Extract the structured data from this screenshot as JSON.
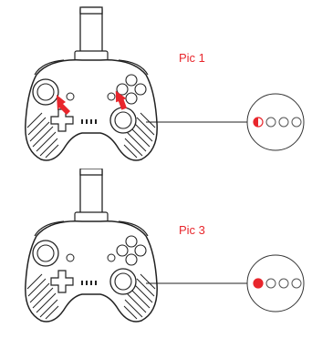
{
  "panels": [
    {
      "label": "Pic 1",
      "indicator": [
        "half",
        "off",
        "off",
        "off"
      ],
      "show_press_arrows": true
    },
    {
      "label": "Pic 3",
      "indicator": [
        "on",
        "off",
        "off",
        "off"
      ],
      "show_press_arrows": false
    }
  ],
  "colors": {
    "accent": "#e8262c",
    "line": "#222222",
    "led_off": "#ffffff"
  },
  "icons": [
    "gamepad-with-phone-holder",
    "press-arrow-icon",
    "led-indicator"
  ]
}
